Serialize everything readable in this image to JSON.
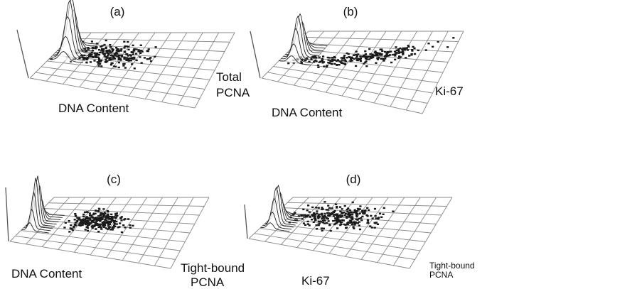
{
  "chart_data": [
    {
      "type": "surface3d",
      "panel_label": "(a)",
      "xlabel": "DNA Content",
      "ylabel_lines": [
        "Total",
        "PCNA"
      ]
    },
    {
      "type": "surface3d",
      "panel_label": "(b)",
      "xlabel": "DNA Content",
      "ylabel_lines": [
        "Ki-67"
      ]
    },
    {
      "type": "surface3d",
      "panel_label": "(c)",
      "xlabel": "DNA Content",
      "ylabel_lines": [
        "Tight-bound",
        "PCNA"
      ]
    },
    {
      "type": "surface3d",
      "panel_label": "(d)",
      "xlabel": "Ki-67",
      "ylabel_lines": [
        "Tight-bound",
        "PCNA"
      ]
    }
  ]
}
